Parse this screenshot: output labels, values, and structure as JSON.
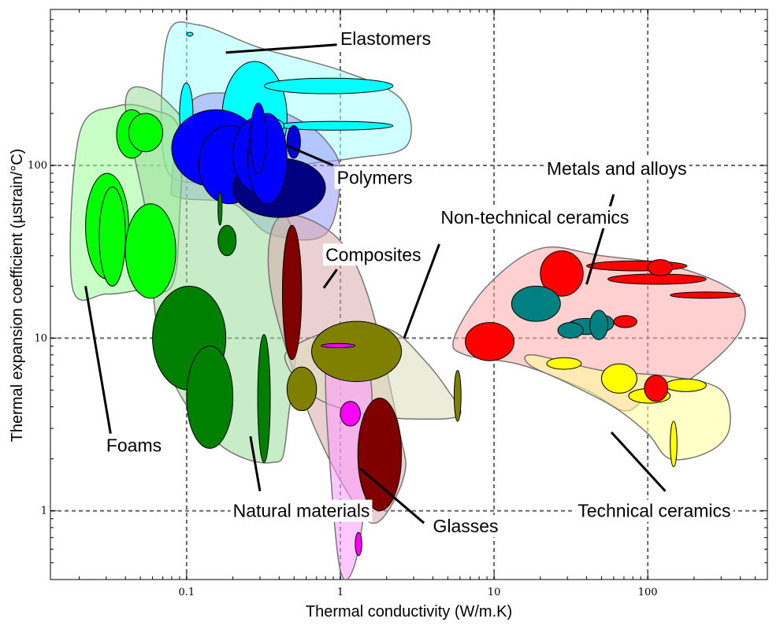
{
  "chart_data": {
    "type": "scatter",
    "subtype": "material-property-bubble-chart",
    "xlabel": "Thermal conductivity (W/m.K)",
    "ylabel": "Thermal expansion coefficient (µstrain/°C)",
    "xscale": "log",
    "yscale": "log",
    "xlim": [
      0.013,
      600
    ],
    "ylim": [
      0.4,
      800
    ],
    "x_ticks": [
      0.1,
      1,
      10,
      100
    ],
    "x_tick_labels": [
      "0.1",
      "1",
      "10",
      "100"
    ],
    "y_ticks": [
      1,
      10,
      100
    ],
    "y_tick_labels": [
      "1",
      "10",
      "100"
    ],
    "grid": "dashed at major decades",
    "families": [
      {
        "name": "Elastomers",
        "color": "#aaffff",
        "envelope": [
          [
            0.07,
            120
          ],
          [
            0.075,
            560
          ],
          [
            0.12,
            650
          ],
          [
            0.3,
            480
          ],
          [
            1.05,
            350
          ],
          [
            2.5,
            240
          ],
          [
            2.7,
            130
          ],
          [
            1.2,
            110
          ],
          [
            0.3,
            95
          ],
          [
            0.1,
            80
          ]
        ],
        "label": {
          "x": 1.0,
          "y": 500
        },
        "pointer": [
          [
            0.95,
            500
          ],
          [
            0.18,
            450
          ]
        ],
        "bubbles": [
          {
            "x": [
              0.1,
              0.11
            ],
            "y": [
              560,
              590
            ],
            "color": "#00ffff"
          },
          {
            "x": [
              0.17,
              0.45
            ],
            "y": [
              90,
              400
            ],
            "color": "#00ffff"
          },
          {
            "x": [
              0.09,
              0.11
            ],
            "y": [
              130,
              300
            ],
            "color": "#00ffff"
          },
          {
            "x": [
              0.32,
              2.2
            ],
            "y": [
              260,
              320
            ],
            "color": "#00ffff"
          },
          {
            "x": [
              0.38,
              2.2
            ],
            "y": [
              160,
              180
            ],
            "color": "#00ffff"
          },
          {
            "x": [
              0.25,
              0.43
            ],
            "y": [
              150,
              190
            ],
            "color": "#00ffff"
          }
        ]
      },
      {
        "name": "Polymers",
        "color": "#9999ff",
        "envelope": [
          [
            0.08,
            80
          ],
          [
            0.1,
            220
          ],
          [
            0.2,
            260
          ],
          [
            0.5,
            190
          ],
          [
            0.8,
            140
          ],
          [
            1.0,
            90
          ],
          [
            0.8,
            40
          ],
          [
            0.35,
            40
          ],
          [
            0.2,
            60
          ],
          [
            0.09,
            65
          ]
        ],
        "label": {
          "x": 0.95,
          "y": 78
        },
        "pointer": [
          [
            0.9,
            100
          ],
          [
            0.45,
            130
          ]
        ],
        "bubbles": [
          {
            "x": [
              0.08,
              0.3
            ],
            "y": [
              75,
              210
            ],
            "color": "#0000ff"
          },
          {
            "x": [
              0.12,
              0.3
            ],
            "y": [
              60,
              170
            ],
            "color": "#0000ff"
          },
          {
            "x": [
              0.2,
              0.8
            ],
            "y": [
              50,
              110
            ],
            "color": "#000080"
          },
          {
            "x": [
              0.2,
              0.42
            ],
            "y": [
              70,
              190
            ],
            "color": "#0000ff"
          },
          {
            "x": [
              0.25,
              0.45
            ],
            "y": [
              60,
              200
            ],
            "color": "#0000ff"
          },
          {
            "x": [
              0.45,
              0.55
            ],
            "y": [
              110,
              170
            ],
            "color": "#0000dd"
          },
          {
            "x": [
              0.26,
              0.33
            ],
            "y": [
              90,
              230
            ],
            "color": "#0000ff"
          }
        ]
      },
      {
        "name": "Foams",
        "color": "#99ff99",
        "envelope": [
          [
            0.018,
            20
          ],
          [
            0.02,
            150
          ],
          [
            0.035,
            220
          ],
          [
            0.06,
            210
          ],
          [
            0.09,
            160
          ],
          [
            0.09,
            50
          ],
          [
            0.08,
            20
          ],
          [
            0.05,
            19
          ],
          [
            0.03,
            18
          ]
        ],
        "label": {
          "x": 0.03,
          "y": 2.2
        },
        "pointer": [
          [
            0.032,
            2.8
          ],
          [
            0.022,
            20
          ]
        ],
        "bubbles": [
          {
            "x": [
              0.035,
              0.055
            ],
            "y": [
              110,
              210
            ],
            "color": "#00ff00"
          },
          {
            "x": [
              0.042,
              0.07
            ],
            "y": [
              120,
              200
            ],
            "color": "#00ff00"
          },
          {
            "x": [
              0.022,
              0.042
            ],
            "y": [
              22,
              90
            ],
            "color": "#00ff00"
          },
          {
            "x": [
              0.027,
              0.04
            ],
            "y": [
              20,
              75
            ],
            "color": "#00ff00"
          },
          {
            "x": [
              0.04,
              0.085
            ],
            "y": [
              17,
              60
            ],
            "color": "#00ff00"
          }
        ]
      },
      {
        "name": "Natural materials",
        "color": "#99dd99",
        "envelope": [
          [
            0.04,
            230
          ],
          [
            0.06,
            270
          ],
          [
            0.12,
            150
          ],
          [
            0.5,
            40
          ],
          [
            0.45,
            3
          ],
          [
            0.35,
            1.9
          ],
          [
            0.15,
            2.6
          ],
          [
            0.07,
            8
          ],
          [
            0.055,
            50
          ]
        ],
        "label": {
          "x": 0.2,
          "y": 0.92
        },
        "pointer": [
          [
            0.3,
            1.3
          ],
          [
            0.26,
            2.7
          ]
        ],
        "bubbles": [
          {
            "x": [
              0.06,
              0.18
            ],
            "y": [
              5,
              20
            ],
            "color": "#008000"
          },
          {
            "x": [
              0.1,
              0.2
            ],
            "y": [
              2.3,
              9
            ],
            "color": "#008000"
          },
          {
            "x": [
              0.29,
              0.35
            ],
            "y": [
              1.9,
              10.5
            ],
            "color": "#008000"
          },
          {
            "x": [
              0.16,
              0.21
            ],
            "y": [
              30,
              45
            ],
            "color": "#008000"
          },
          {
            "x": [
              0.16,
              0.17
            ],
            "y": [
              45,
              70
            ],
            "color": "#008000"
          }
        ]
      },
      {
        "name": "Composites",
        "color": "#d9aaaa",
        "envelope": [
          [
            0.4,
            50
          ],
          [
            0.9,
            40
          ],
          [
            1.5,
            18
          ],
          [
            2.4,
            3
          ],
          [
            2.6,
            1.6
          ],
          [
            1.7,
            0.85
          ],
          [
            1.1,
            1.3
          ],
          [
            0.6,
            4
          ],
          [
            0.35,
            20
          ]
        ],
        "label": {
          "x": 0.8,
          "y": 28
        },
        "pointer": [
          [
            0.95,
            25
          ],
          [
            0.78,
            19.5
          ]
        ],
        "bubbles": [
          {
            "x": [
              0.42,
              0.56
            ],
            "y": [
              7.5,
              45
            ],
            "color": "#800000"
          },
          {
            "x": [
              1.3,
              2.5
            ],
            "y": [
              1.0,
              4.5
            ],
            "color": "#800000"
          },
          {
            "x": [
              0.45,
              0.7
            ],
            "y": [
              3.8,
              6.8
            ],
            "color": "#808000"
          }
        ]
      },
      {
        "name": "Non-technical ceramics",
        "color": "#ddddbb",
        "envelope": [
          [
            0.5,
            9
          ],
          [
            1.2,
            12
          ],
          [
            2.2,
            11
          ],
          [
            3.5,
            7.5
          ],
          [
            5,
            5
          ],
          [
            6,
            3.6
          ],
          [
            3.5,
            3.4
          ],
          [
            1.5,
            3.6
          ],
          [
            0.7,
            4.5
          ],
          [
            0.45,
            7
          ]
        ],
        "label": {
          "x": 4.5,
          "y": 46
        },
        "pointer": [
          [
            4.4,
            35
          ],
          [
            2.6,
            10
          ]
        ],
        "bubbles": [
          {
            "x": [
              0.65,
              2.5
            ],
            "y": [
              5.6,
              12.5
            ],
            "color": "#808000"
          },
          {
            "x": [
              5.5,
              6.1
            ],
            "y": [
              3.3,
              6.5
            ],
            "color": "#808000"
          }
        ]
      },
      {
        "name": "Glasses",
        "color": "#ff99ff",
        "envelope": [
          [
            0.85,
            9
          ],
          [
            1.3,
            9
          ],
          [
            1.6,
            5
          ],
          [
            1.5,
            1.5
          ],
          [
            1.25,
            0.5
          ],
          [
            1.0,
            0.45
          ],
          [
            0.85,
            2
          ],
          [
            0.8,
            6
          ]
        ],
        "label": {
          "x": 4.0,
          "y": 0.75
        },
        "pointer": [
          [
            3.5,
            0.85
          ],
          [
            1.35,
            1.75
          ]
        ],
        "bubbles": [
          {
            "x": [
              0.75,
              1.25
            ],
            "y": [
              8.8,
              9.3
            ],
            "color": "#ff00ff"
          },
          {
            "x": [
              1.0,
              1.35
            ],
            "y": [
              3.1,
              4.3
            ],
            "color": "#ff00ff"
          },
          {
            "x": [
              1.25,
              1.38
            ],
            "y": [
              0.55,
              0.75
            ],
            "color": "#ff00ff"
          }
        ]
      },
      {
        "name": "Metals and alloys",
        "color": "#ffaaaa",
        "envelope": [
          [
            5.5,
            10
          ],
          [
            9,
            20
          ],
          [
            20,
            33
          ],
          [
            50,
            30
          ],
          [
            150,
            26
          ],
          [
            380,
            18
          ],
          [
            400,
            11
          ],
          [
            200,
            6
          ],
          [
            100,
            4.5
          ],
          [
            70,
            3.8
          ],
          [
            40,
            5
          ],
          [
            15,
            7
          ],
          [
            6.5,
            8
          ]
        ],
        "label": {
          "x": 22,
          "y": 88
        },
        "pointer": [
          [
            60,
            68
          ],
          [
            40,
            20.5
          ]
        ],
        "bubbles": [
          {
            "x": [
              6.5,
              13.5
            ],
            "y": [
              7.4,
              12.3
            ],
            "color": "#ff0000"
          },
          {
            "x": [
              20,
              38
            ],
            "y": [
              17.5,
              32
            ],
            "color": "#ff0000"
          },
          {
            "x": [
              40,
              180
            ],
            "y": [
              24.5,
              28
            ],
            "color": "#ff0000"
          },
          {
            "x": [
              55,
              240
            ],
            "y": [
              20.5,
              23.5
            ],
            "color": "#ff0000"
          },
          {
            "x": [
              140,
              400
            ],
            "y": [
              17,
              18.5
            ],
            "color": "#ff0000"
          },
          {
            "x": [
              100,
              145
            ],
            "y": [
              23,
              28.5
            ],
            "color": "#ff0000"
          },
          {
            "x": [
              60,
              85
            ],
            "y": [
              11.5,
              13.5
            ],
            "color": "#ff0000"
          },
          {
            "x": [
              13,
              27
            ],
            "y": [
              12.5,
              20
            ],
            "color": "#008080"
          },
          {
            "x": [
              30,
              52
            ],
            "y": [
              10.5,
              13
            ],
            "color": "#008080"
          },
          {
            "x": [
              45,
              60
            ],
            "y": [
              11,
              13.5
            ],
            "color": "#008080"
          },
          {
            "x": [
              26,
              38
            ],
            "y": [
              10,
              12.3
            ],
            "color": "#008080"
          },
          {
            "x": [
              42,
              55
            ],
            "y": [
              9.8,
              14.5
            ],
            "color": "#008080"
          }
        ]
      },
      {
        "name": "Technical ceramics",
        "color": "#ffff99",
        "envelope": [
          [
            18,
            8
          ],
          [
            50,
            6.5
          ],
          [
            140,
            6
          ],
          [
            300,
            5
          ],
          [
            340,
            3
          ],
          [
            250,
            2.2
          ],
          [
            140,
            2
          ],
          [
            100,
            2.8
          ],
          [
            60,
            4
          ],
          [
            30,
            5.5
          ],
          [
            17,
            7
          ]
        ],
        "label": {
          "x": 35,
          "y": 0.92
        },
        "pointer": [
          [
            130,
            1.3
          ],
          [
            58,
            2.85
          ]
        ],
        "bubbles": [
          {
            "x": [
              22,
              37
            ],
            "y": [
              6.6,
              7.7
            ],
            "color": "#ffff00"
          },
          {
            "x": [
              50,
              85
            ],
            "y": [
              4.8,
              7.1
            ],
            "color": "#ffff00"
          },
          {
            "x": [
              75,
              140
            ],
            "y": [
              4.2,
              5.1
            ],
            "color": "#ffff00"
          },
          {
            "x": [
              130,
              240
            ],
            "y": [
              4.9,
              5.8
            ],
            "color": "#ffff00"
          },
          {
            "x": [
              95,
              135
            ],
            "y": [
              4.3,
              6.1
            ],
            "color": "#ff0000"
          },
          {
            "x": [
              140,
              155
            ],
            "y": [
              1.8,
              3.3
            ],
            "color": "#ffff00"
          }
        ]
      }
    ]
  }
}
